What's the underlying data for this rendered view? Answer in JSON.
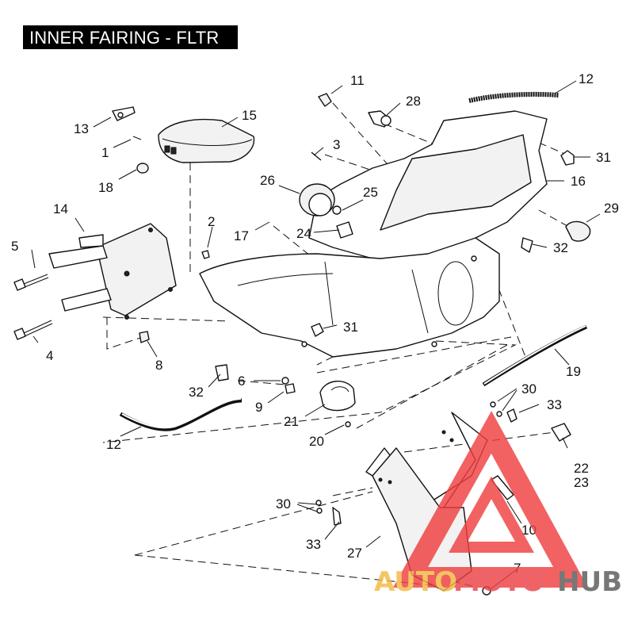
{
  "title": "INNER FAIRING - FLTR",
  "callouts": {
    "c1": "1",
    "c2": "2",
    "c3": "3",
    "c4": "4",
    "c5": "5",
    "c6": "6",
    "c7": "7",
    "c8": "8",
    "c9": "9",
    "c10": "10",
    "c11": "11",
    "c12a": "12",
    "c12b": "12",
    "c13": "13",
    "c14": "14",
    "c15": "15",
    "c16": "16",
    "c17": "17",
    "c18": "18",
    "c19": "19",
    "c20": "20",
    "c21": "21",
    "c22": "22",
    "c23": "23",
    "c24": "24",
    "c25": "25",
    "c26": "26",
    "c27": "27",
    "c28": "28",
    "c29": "29",
    "c30a": "30",
    "c30b": "30",
    "c31a": "31",
    "c31b": "31",
    "c32a": "32",
    "c32b": "32",
    "c33a": "33",
    "c33b": "33"
  },
  "watermark": {
    "part1": "AUTO",
    "part2": "MOTO",
    "part3": "HUB",
    "color_orange": "#f5b942",
    "color_red": "#e8434a",
    "color_gray": "#5a5a5a",
    "triangle_color": "#f04040"
  }
}
